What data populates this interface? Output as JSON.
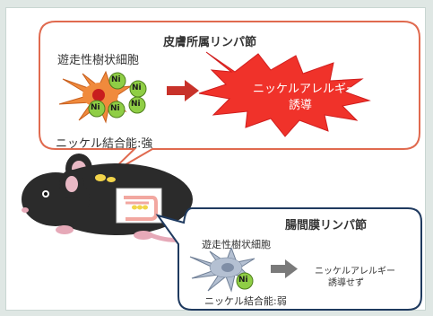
{
  "skin_box": {
    "title": "皮膚所属リンパ節",
    "cell_label": "遊走性樹状細胞",
    "binding_label": "ニッケル結合能:強",
    "ni_label": "Ni",
    "result_line1": "ニッケルアレルギー",
    "result_line2": "誘導"
  },
  "gut_box": {
    "title": "腸間膜リンパ節",
    "cell_label": "遊走性樹状細胞",
    "binding_label": "ニッケル結合能:弱",
    "ni_label": "Ni",
    "result_line1": "ニッケルアレルギー",
    "result_line2": "誘導せず"
  },
  "colors": {
    "skin_border": "#e06a4f",
    "gut_border": "#1f3a5f",
    "burst": "#f0322a",
    "skin_cell": "#f08a3c",
    "ni_ball": "#8fce45",
    "gut_cell": "#b4c0d2",
    "arrow_red": "#c8322a",
    "arrow_gray": "#7a7a7a",
    "mouse": "#2b2b2b"
  }
}
